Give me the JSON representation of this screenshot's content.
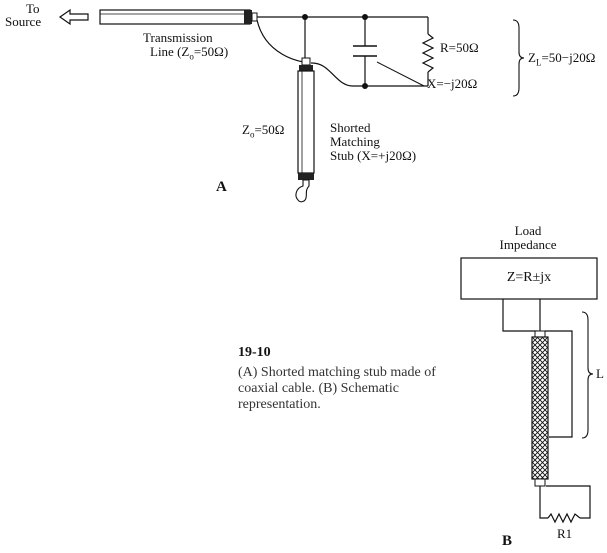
{
  "fig_a": {
    "to": "To",
    "source": "Source",
    "tl_line1": "Transmission",
    "tl_line2": "Line (Z",
    "tl_line2_sub": "o",
    "tl_line2_end": "=50Ω)",
    "r_label": "R=50Ω",
    "x_label": "X=−j20Ω",
    "zl_main": "Z",
    "zl_sub": "L",
    "zl_end": "=50−j20Ω",
    "z0_main": "Z",
    "z0_sub": "o",
    "z0_end": "=50Ω",
    "stub_line1": "Shorted",
    "stub_line2": "Matching",
    "stub_line3": "Stub (X=+j20Ω)",
    "panel": "A"
  },
  "fig_b": {
    "load_line1": "Load",
    "load_line2": "Impedance",
    "box_text": "Z=R±jx",
    "l_label": "L",
    "r1_label": "R1",
    "panel": "B"
  },
  "caption": {
    "number": "19-10",
    "text": "(A) Shorted matching stub made of coaxial cable. (B) Schematic representation."
  }
}
